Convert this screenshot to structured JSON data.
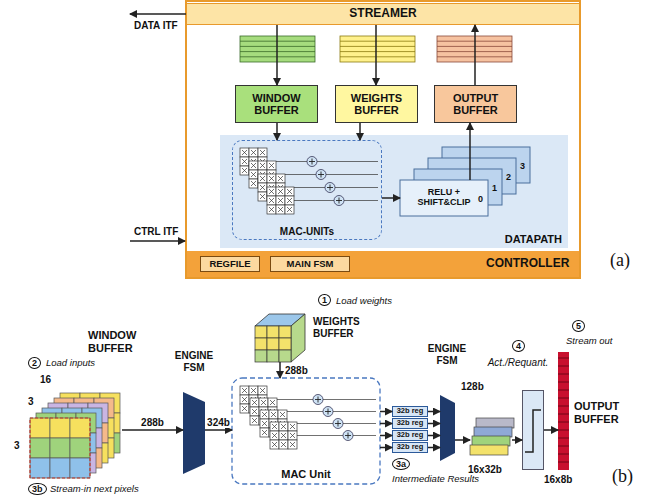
{
  "diagram": {
    "nodes": [
      {
        "text": [
          "STREAMER"
        ]
      },
      {
        "text": [
          "WINDOW BUFFER"
        ]
      },
      {
        "text": [
          "WEIGHTS BUFFER"
        ]
      },
      {
        "text": [
          "OUTPUT BUFFER"
        ]
      },
      {
        "text": [
          "DATAPATH"
        ]
      },
      {
        "text": [
          "MAC-UNITs"
        ],
        "in": 4
      },
      {
        "text": [
          "RELU + SHIFT&CLIP"
        ],
        "in": 4
      },
      {
        "text": [
          "CONTROLLER"
        ]
      },
      {
        "text": [
          "REGFILE"
        ],
        "in": 7
      },
      {
        "text": [
          "MAIN FSM"
        ],
        "in": 7
      },
      {
        "text": [
          "WINDOW BUFFER"
        ]
      },
      {
        "text": [
          "ENGINE FSM"
        ]
      },
      {
        "text": [
          "WEIGHTS BUFFER"
        ]
      },
      {
        "text": [
          "MAC Unit"
        ]
      },
      {
        "text": [
          "32b reg"
        ]
      },
      {
        "text": [
          "32b reg"
        ]
      },
      {
        "text": [
          "32b reg"
        ]
      },
      {
        "text": [
          "32b reg"
        ]
      },
      {
        "text": [
          "ENGINE FSM"
        ]
      },
      {
        "text": [
          "16x32b"
        ]
      },
      {
        "text": [
          "Act./Requant."
        ]
      },
      {
        "text": [
          "OUTPUT BUFFER"
        ]
      }
    ],
    "edges": [
      {
        "from": 0,
        "to": 1,
        "arrow": "to"
      },
      {
        "from": 0,
        "to": 2,
        "arrow": "to"
      },
      {
        "from": 3,
        "to": 0,
        "arrow": "to"
      },
      {
        "from": 1,
        "to": 5,
        "arrow": "to"
      },
      {
        "from": 2,
        "to": 5,
        "arrow": "to"
      },
      {
        "from": 5,
        "to": 6,
        "arrow": "to"
      },
      {
        "from": 6,
        "to": 3,
        "arrow": "to"
      },
      {
        "from": 10,
        "to": 11,
        "label": "288b",
        "arrow": "to"
      },
      {
        "from": 11,
        "to": 13,
        "label": "324b",
        "arrow": "to"
      },
      {
        "from": 12,
        "to": 13,
        "label": "288b",
        "arrow": "to"
      },
      {
        "from": 13,
        "to": 14,
        "arrow": "to"
      },
      {
        "from": 13,
        "to": 15,
        "arrow": "to"
      },
      {
        "from": 13,
        "to": 16,
        "arrow": "to"
      },
      {
        "from": 13,
        "to": 17,
        "arrow": "to"
      },
      {
        "from": 14,
        "to": 18,
        "arrow": "to"
      },
      {
        "from": 15,
        "to": 18,
        "arrow": "to"
      },
      {
        "from": 16,
        "to": 18,
        "arrow": "to"
      },
      {
        "from": 17,
        "to": 18,
        "arrow": "to"
      },
      {
        "from": 18,
        "to": 19,
        "label": "128b",
        "arrow": "to"
      },
      {
        "from": 19,
        "to": 20,
        "arrow": "to"
      },
      {
        "from": 20,
        "to": 21,
        "arrow": "to"
      }
    ],
    "labels": [
      "DATA ITF",
      "CTRL ITF",
      "0",
      "1",
      "2",
      "3",
      "(a)",
      "1",
      "Load weights",
      "2",
      "Load inputs",
      "16",
      "3",
      "3",
      "3b",
      "Stream-in next pixels",
      "3a",
      "Intermediate Results",
      "4",
      "5",
      "Stream out",
      "16x8b",
      "(b)"
    ]
  }
}
